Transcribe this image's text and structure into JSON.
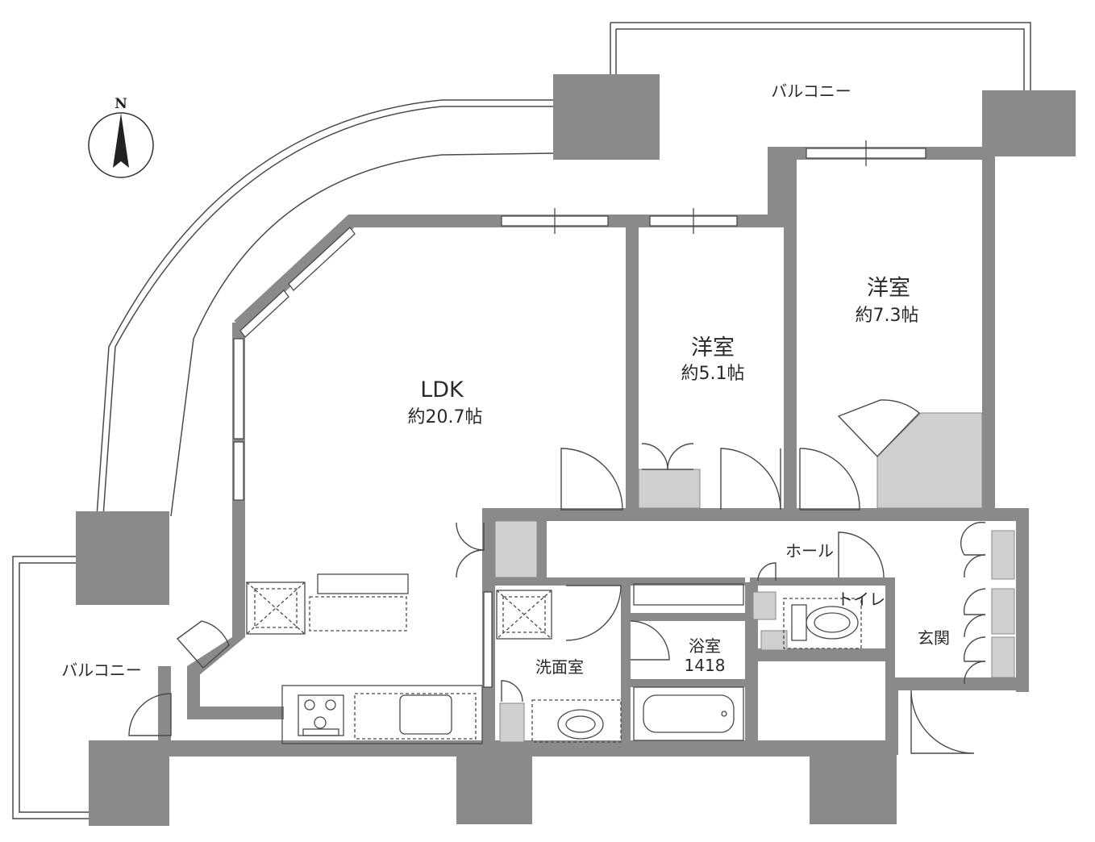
{
  "compass": {
    "letter": "N"
  },
  "rooms": {
    "ldk": {
      "name": "LDK",
      "area": "約20.7帖"
    },
    "western_room_a": {
      "name": "洋室",
      "area": "約5.1帖"
    },
    "western_room_b": {
      "name": "洋室",
      "area": "約7.3帖"
    },
    "hall": {
      "name": "ホール"
    },
    "toilet": {
      "name": "トイレ"
    },
    "entrance": {
      "name": "玄関"
    },
    "bathroom": {
      "name": "浴室",
      "size": "1418"
    },
    "washroom": {
      "name": "洗面室"
    },
    "balcony_top": {
      "name": "バルコニー"
    },
    "balcony_left": {
      "name": "バルコニー"
    }
  },
  "colors": {
    "wall": "#8a8a8a",
    "column": "#8a8a8a",
    "storage": "#cfcfcf",
    "line": "#4a4a4a",
    "background": "#ffffff"
  }
}
